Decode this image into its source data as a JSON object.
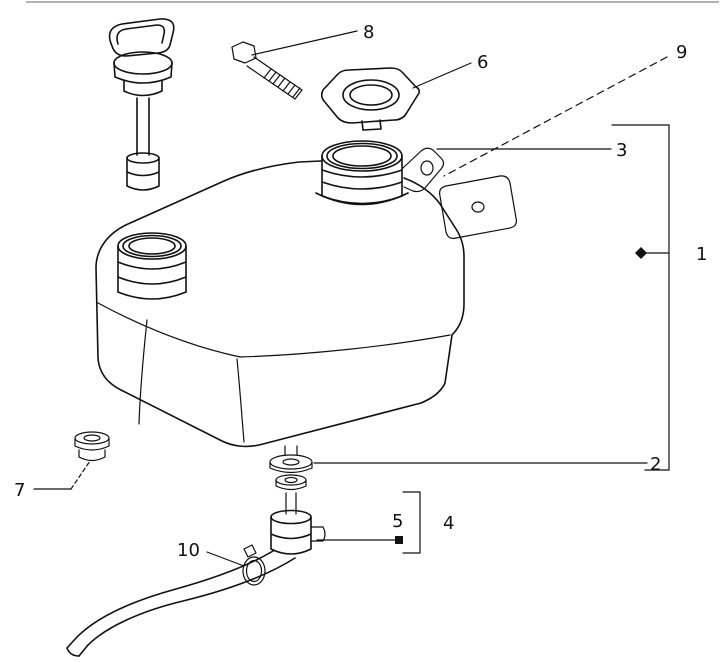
{
  "page": {
    "background_color": "#ffffff",
    "line_color": "#111111"
  },
  "diagram": {
    "type": "exploded-parts-line-drawing",
    "part_labels": {
      "l1": "1",
      "l2": "2",
      "l3": "3",
      "l4": "4",
      "l5": "5",
      "l6": "6",
      "l7": "7",
      "l8": "8",
      "l9": "9",
      "l10": "10"
    }
  }
}
